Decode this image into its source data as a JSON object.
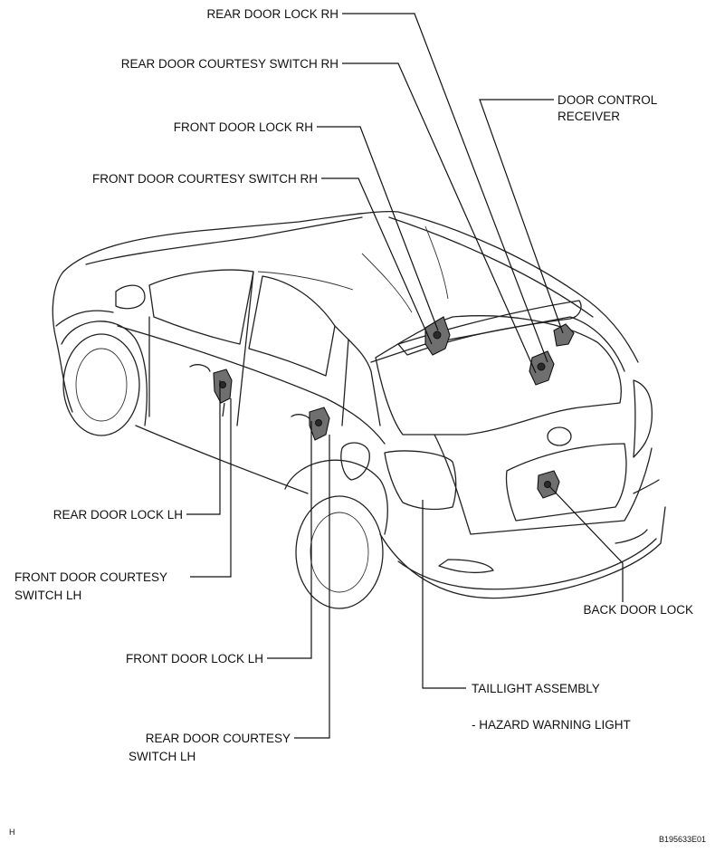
{
  "labels": {
    "rear_door_lock_rh": "REAR DOOR LOCK RH",
    "rear_door_courtesy_switch_rh": "REAR DOOR COURTESY SWITCH RH",
    "door_control_receiver_1": "DOOR CONTROL",
    "door_control_receiver_2": "RECEIVER",
    "front_door_lock_rh": "FRONT DOOR LOCK RH",
    "front_door_courtesy_switch_rh": "FRONT DOOR COURTESY SWITCH RH",
    "rear_door_lock_lh": "REAR DOOR LOCK LH",
    "front_door_courtesy_switch_lh_1": "FRONT DOOR COURTESY",
    "front_door_courtesy_switch_lh_2": "SWITCH LH",
    "back_door_lock": "BACK DOOR LOCK",
    "front_door_lock_lh": "FRONT DOOR LOCK LH",
    "taillight_assembly": "TAILLIGHT ASSEMBLY",
    "hazard_warning_light": "- HAZARD WARNING LIGHT",
    "rear_door_courtesy_switch_lh_1": "REAR DOOR COURTESY",
    "rear_door_courtesy_switch_lh_2": "SWITCH LH"
  },
  "corner": {
    "left": "H",
    "right": "B195633E01"
  }
}
